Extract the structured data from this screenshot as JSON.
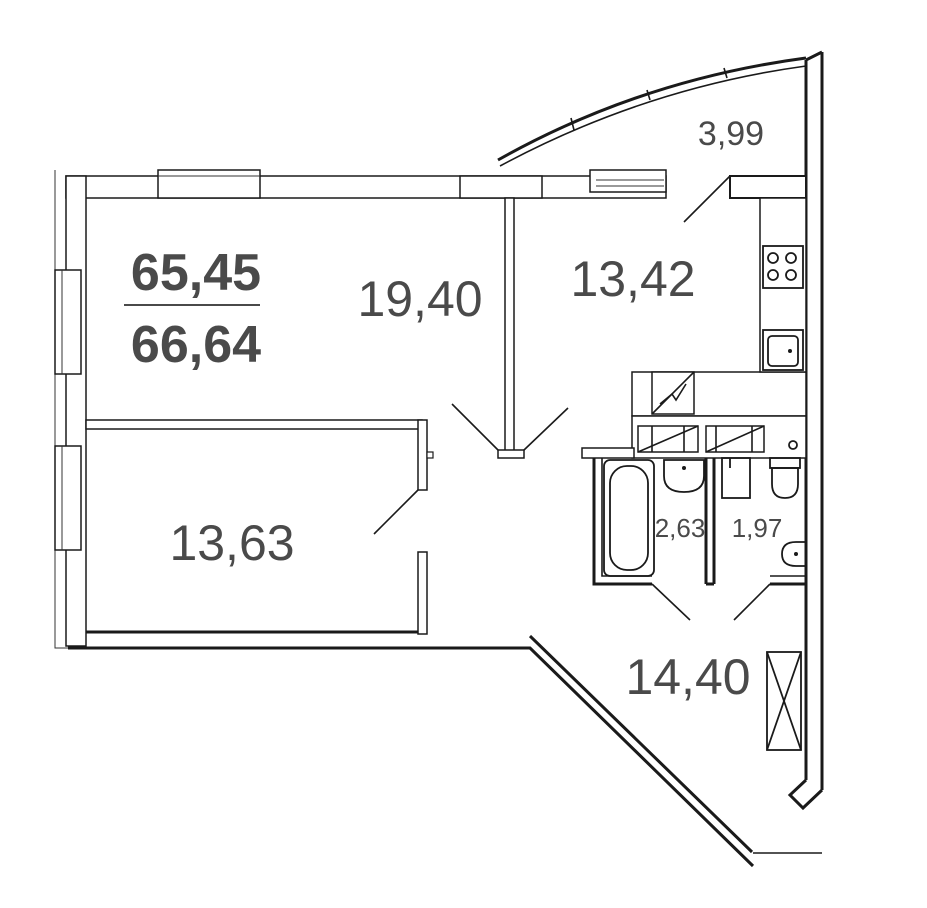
{
  "plan": {
    "total_area_living": "65,45",
    "total_area_full": "66,64",
    "rooms": {
      "room_19_40": "19,40",
      "kitchen": "13,42",
      "balcony": "3,99",
      "bedroom": "13,63",
      "bathroom": "2,63",
      "toilet": "1,97",
      "hall": "14,40"
    }
  }
}
